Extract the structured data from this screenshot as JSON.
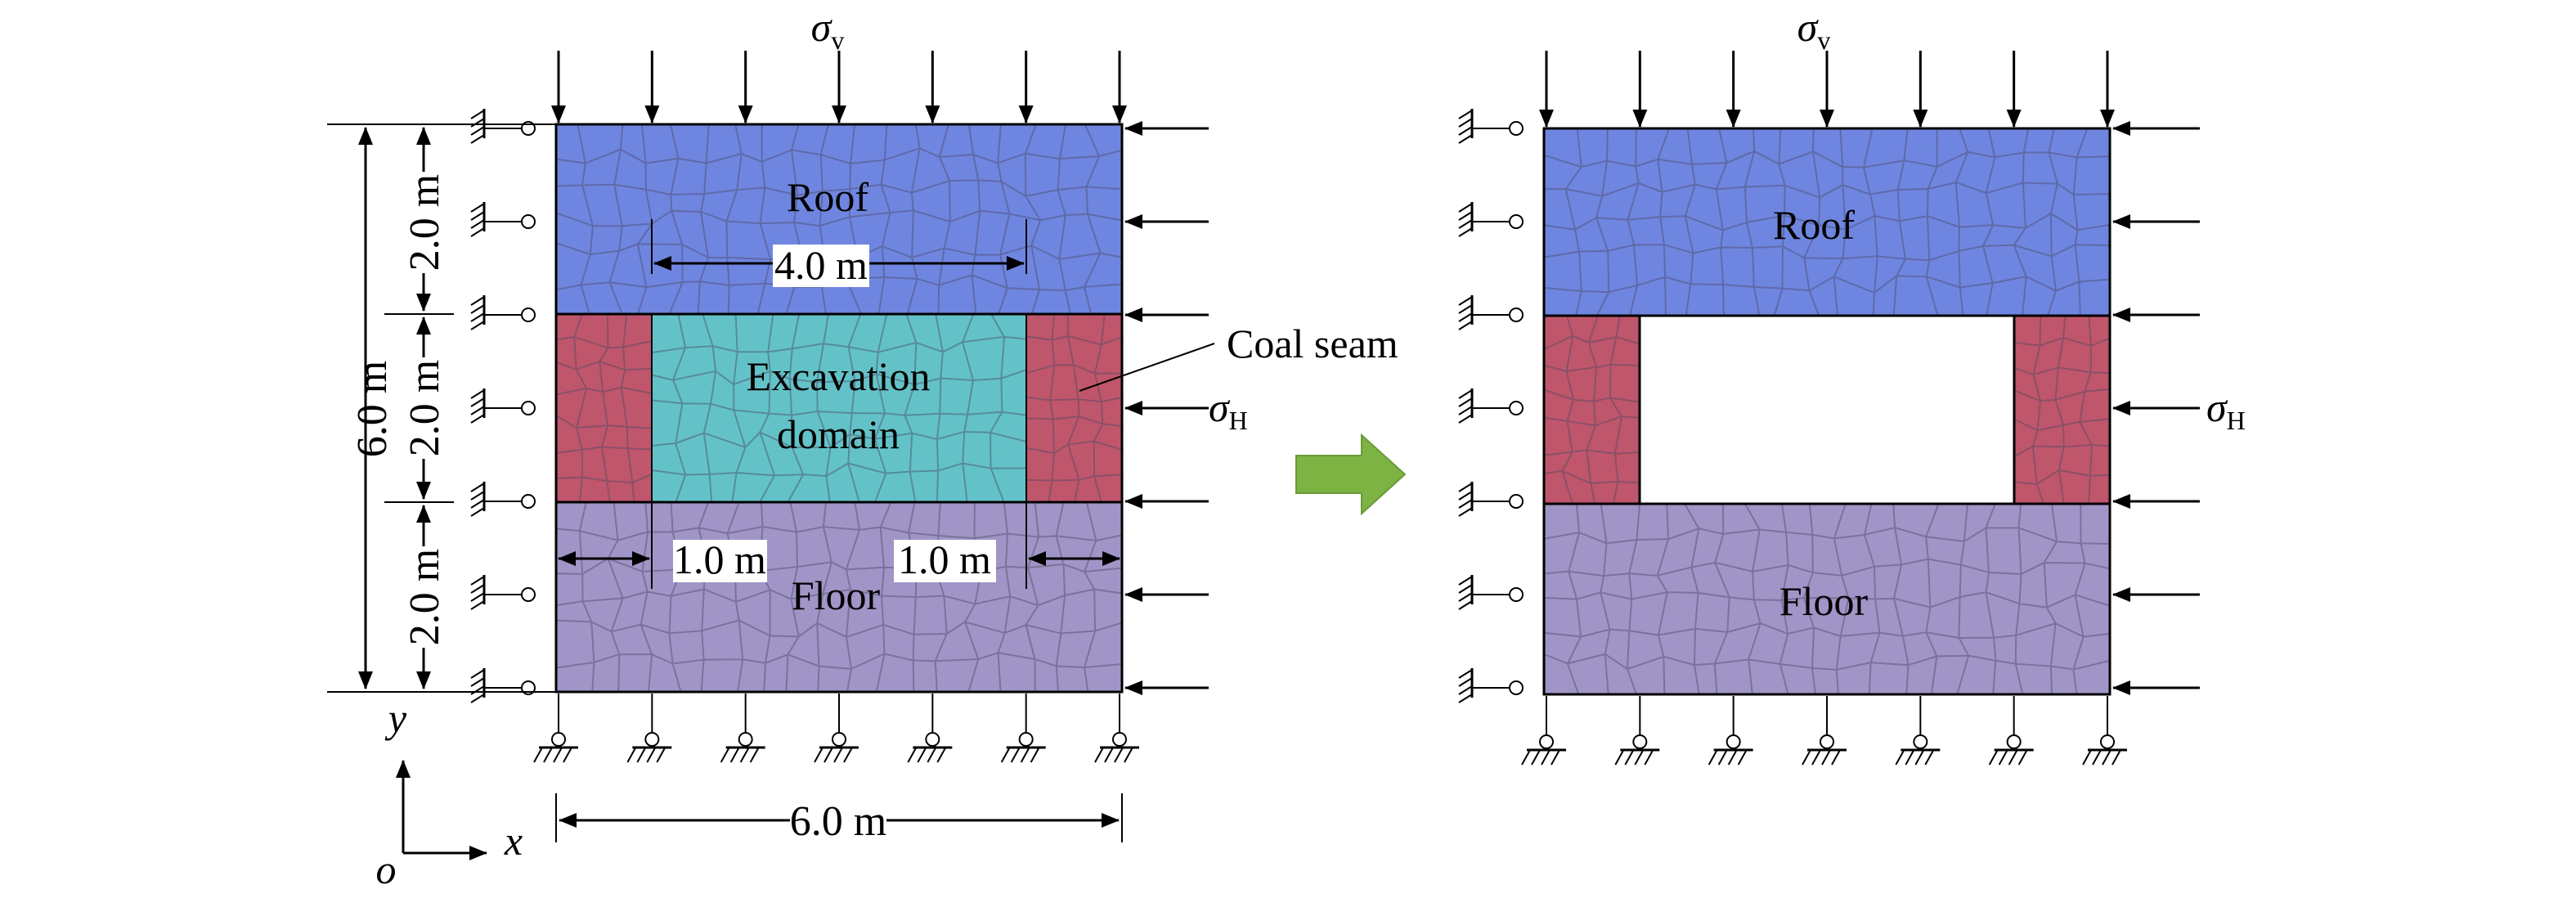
{
  "colors": {
    "roof": "#6f86e0",
    "coal": "#c0566b",
    "excavation": "#63c2c7",
    "floor": "#a195c7",
    "arrow_green": "#7cb342",
    "line": "#000000"
  },
  "left_panel": {
    "regions": {
      "roof": "Roof",
      "excavation_line1": "Excavation",
      "excavation_line2": "domain",
      "floor": "Floor"
    },
    "callout": "Coal seam",
    "dimensions": {
      "excavation_width": "4.0 m",
      "left_pillar": "1.0 m",
      "right_pillar": "1.0 m",
      "total_width": "6.0 m",
      "total_height": "6.0 m",
      "roof_height": "2.0 m",
      "seam_height": "2.0 m",
      "floor_height": "2.0 m"
    },
    "loads": {
      "vertical": "σ",
      "vertical_sub": "v",
      "horizontal": "σ",
      "horizontal_sub": "H"
    },
    "axes": {
      "x": "x",
      "y": "y",
      "origin": "o"
    }
  },
  "right_panel": {
    "regions": {
      "roof": "Roof",
      "floor": "Floor"
    },
    "loads": {
      "vertical": "σ",
      "vertical_sub": "v",
      "horizontal": "σ",
      "horizontal_sub": "H"
    }
  },
  "transition_icon": "right-arrow-icon"
}
